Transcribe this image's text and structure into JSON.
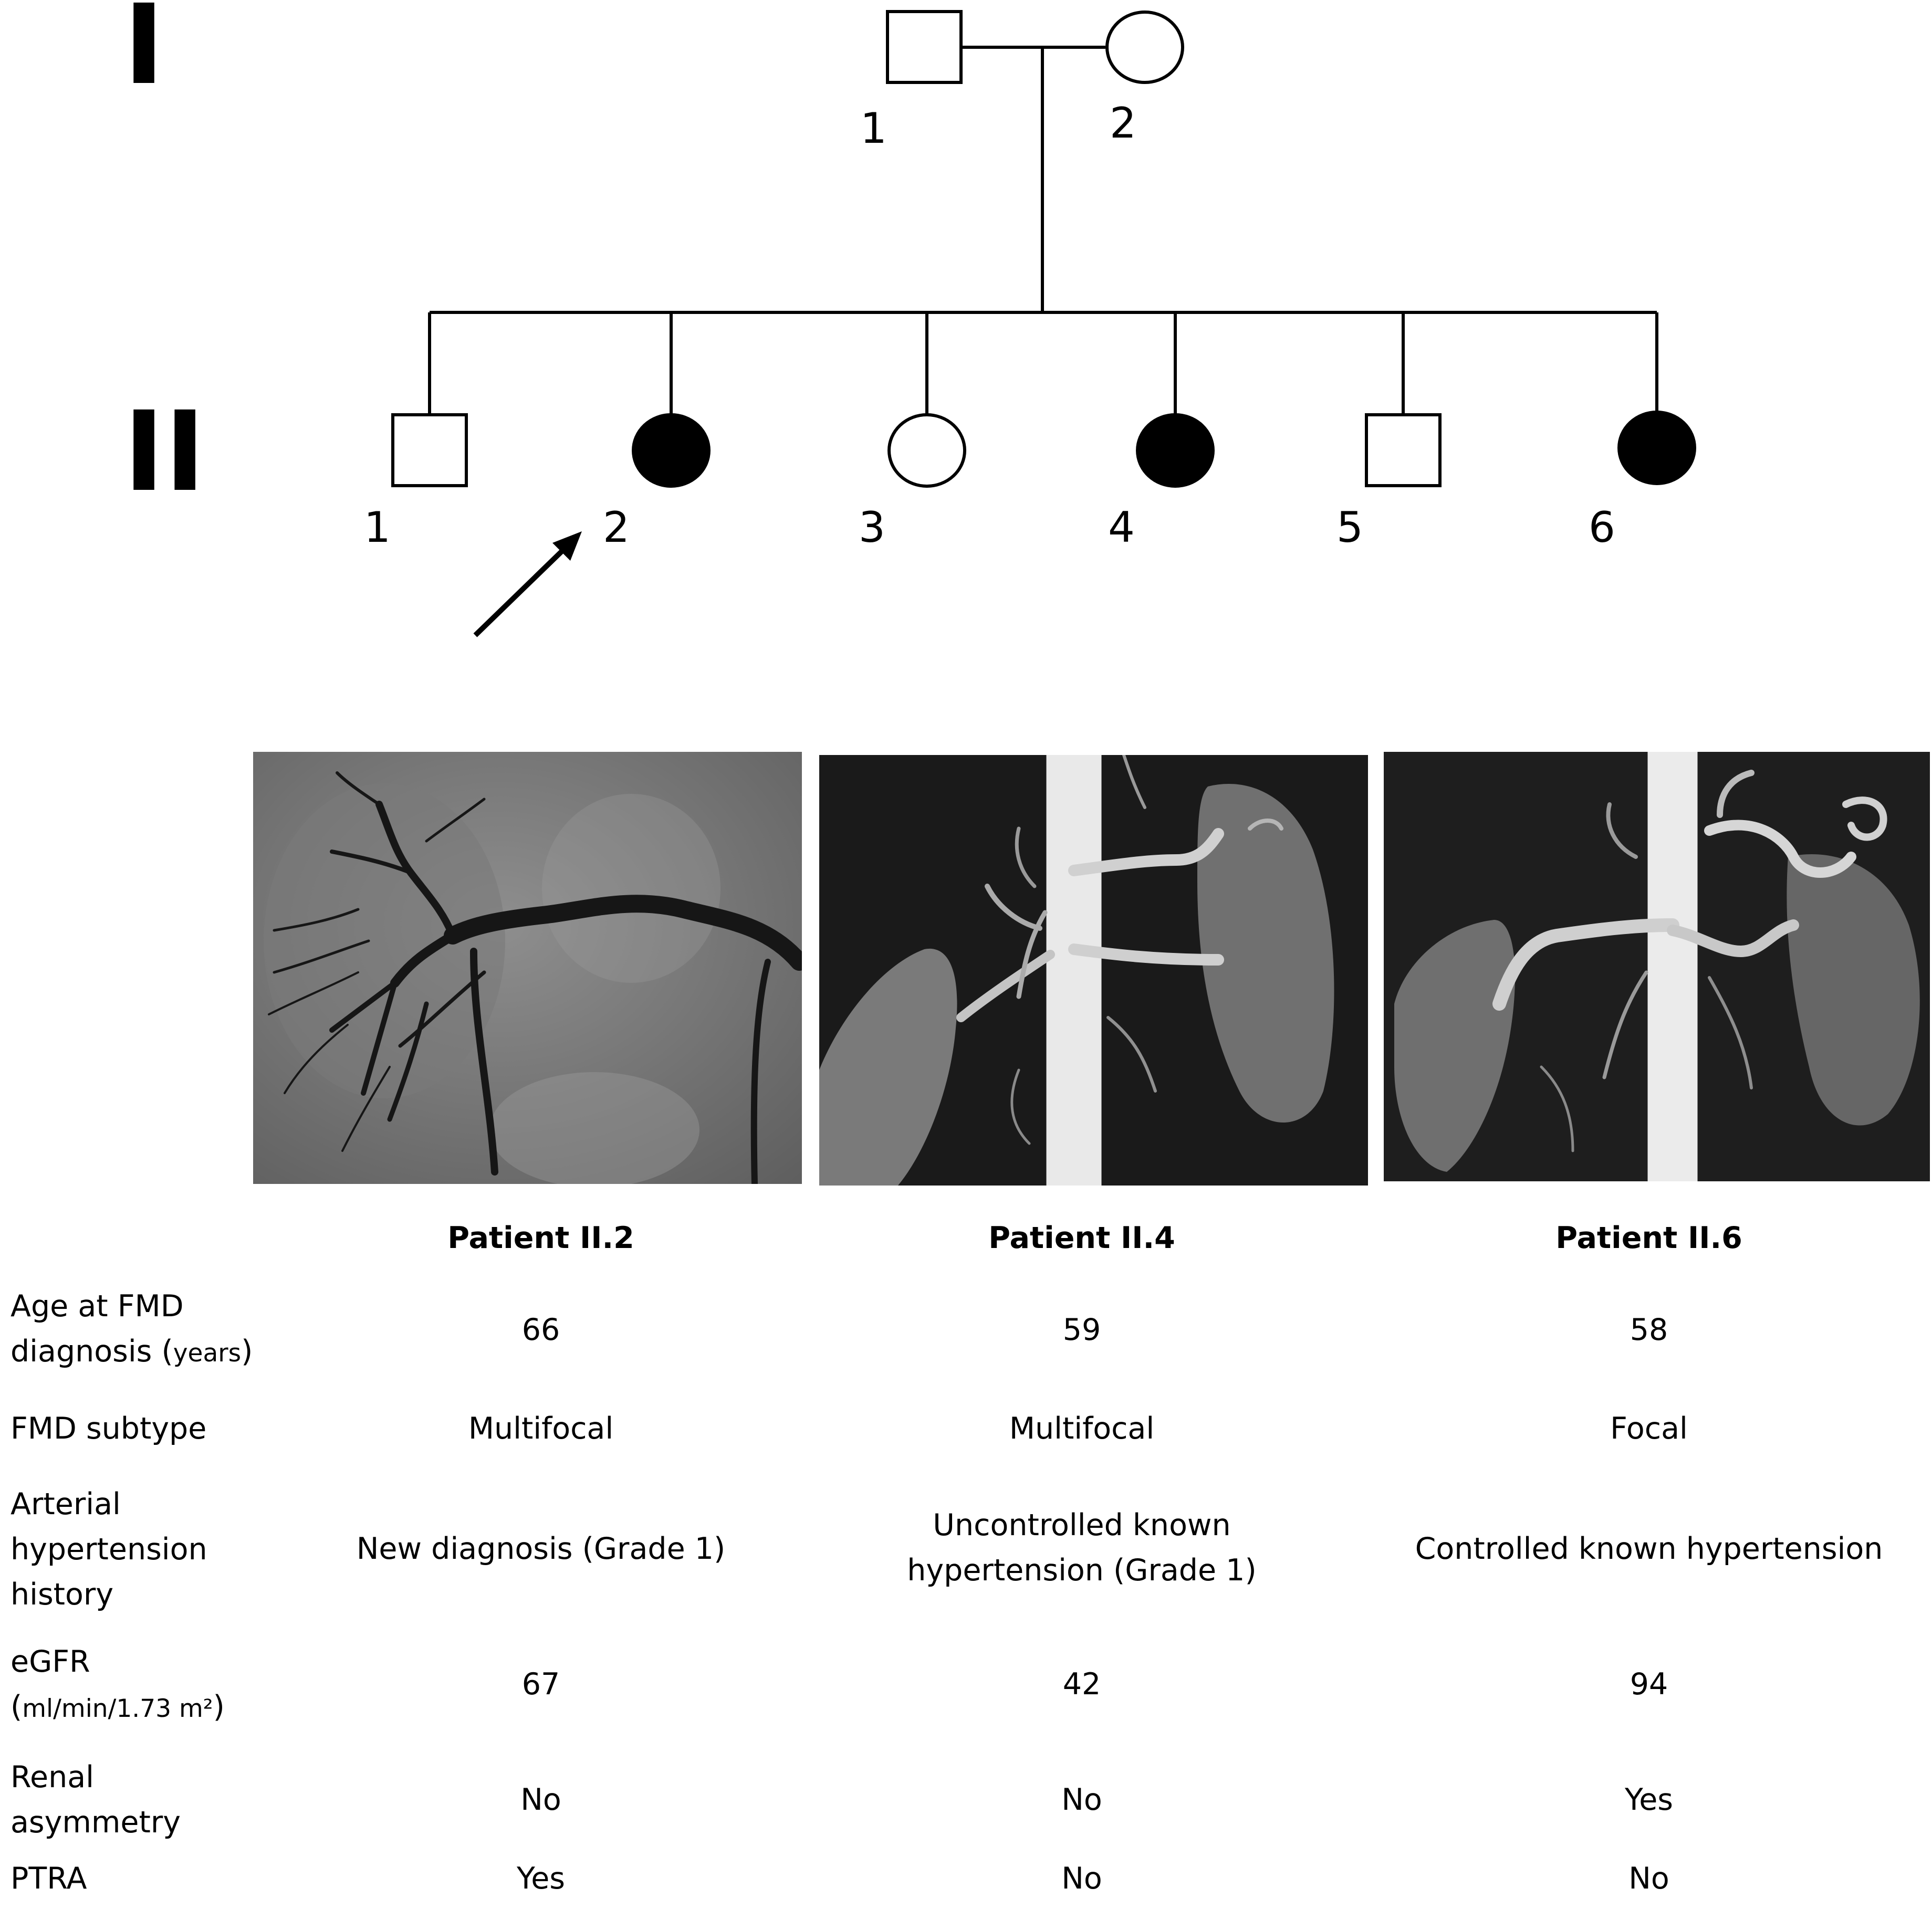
{
  "pedigree": {
    "generations": [
      {
        "label": "I",
        "members": [
          "1",
          "2"
        ]
      },
      {
        "label": "II",
        "members": [
          "1",
          "2",
          "3",
          "4",
          "5",
          "6"
        ]
      }
    ]
  },
  "patients": [
    {
      "header": "Patient II.2",
      "age": "66",
      "subtype": "Multifocal",
      "hypertension": [
        "New diagnosis (Grade 1)"
      ],
      "egfr": "67",
      "asymmetry": "No",
      "ptra": "Yes"
    },
    {
      "header": "Patient II.4",
      "age": "59",
      "subtype": "Multifocal",
      "hypertension": [
        "Uncontrolled known",
        "hypertension (Grade 1)"
      ],
      "egfr": "42",
      "asymmetry": "No",
      "ptra": "No"
    },
    {
      "header": "Patient II.6",
      "age": "58",
      "subtype": "Focal",
      "hypertension": [
        "Controlled known hypertension"
      ],
      "egfr": "94",
      "asymmetry": "Yes",
      "ptra": "No"
    }
  ],
  "row_labels": {
    "age_line1": "Age at FMD",
    "age_line2": "diagnosis (",
    "age_unit": "years",
    "age_close": ")",
    "subtype": "FMD subtype",
    "hypertension_line1": "Arterial",
    "hypertension_line2": "hypertension",
    "hypertension_line3": "history",
    "egfr_line1": "eGFR",
    "egfr_open": "(",
    "egfr_unit": "ml/min/1.73 m²",
    "egfr_close": ")",
    "asymmetry_line1": "Renal",
    "asymmetry_line2": "asymmetry",
    "ptra": "PTRA"
  }
}
